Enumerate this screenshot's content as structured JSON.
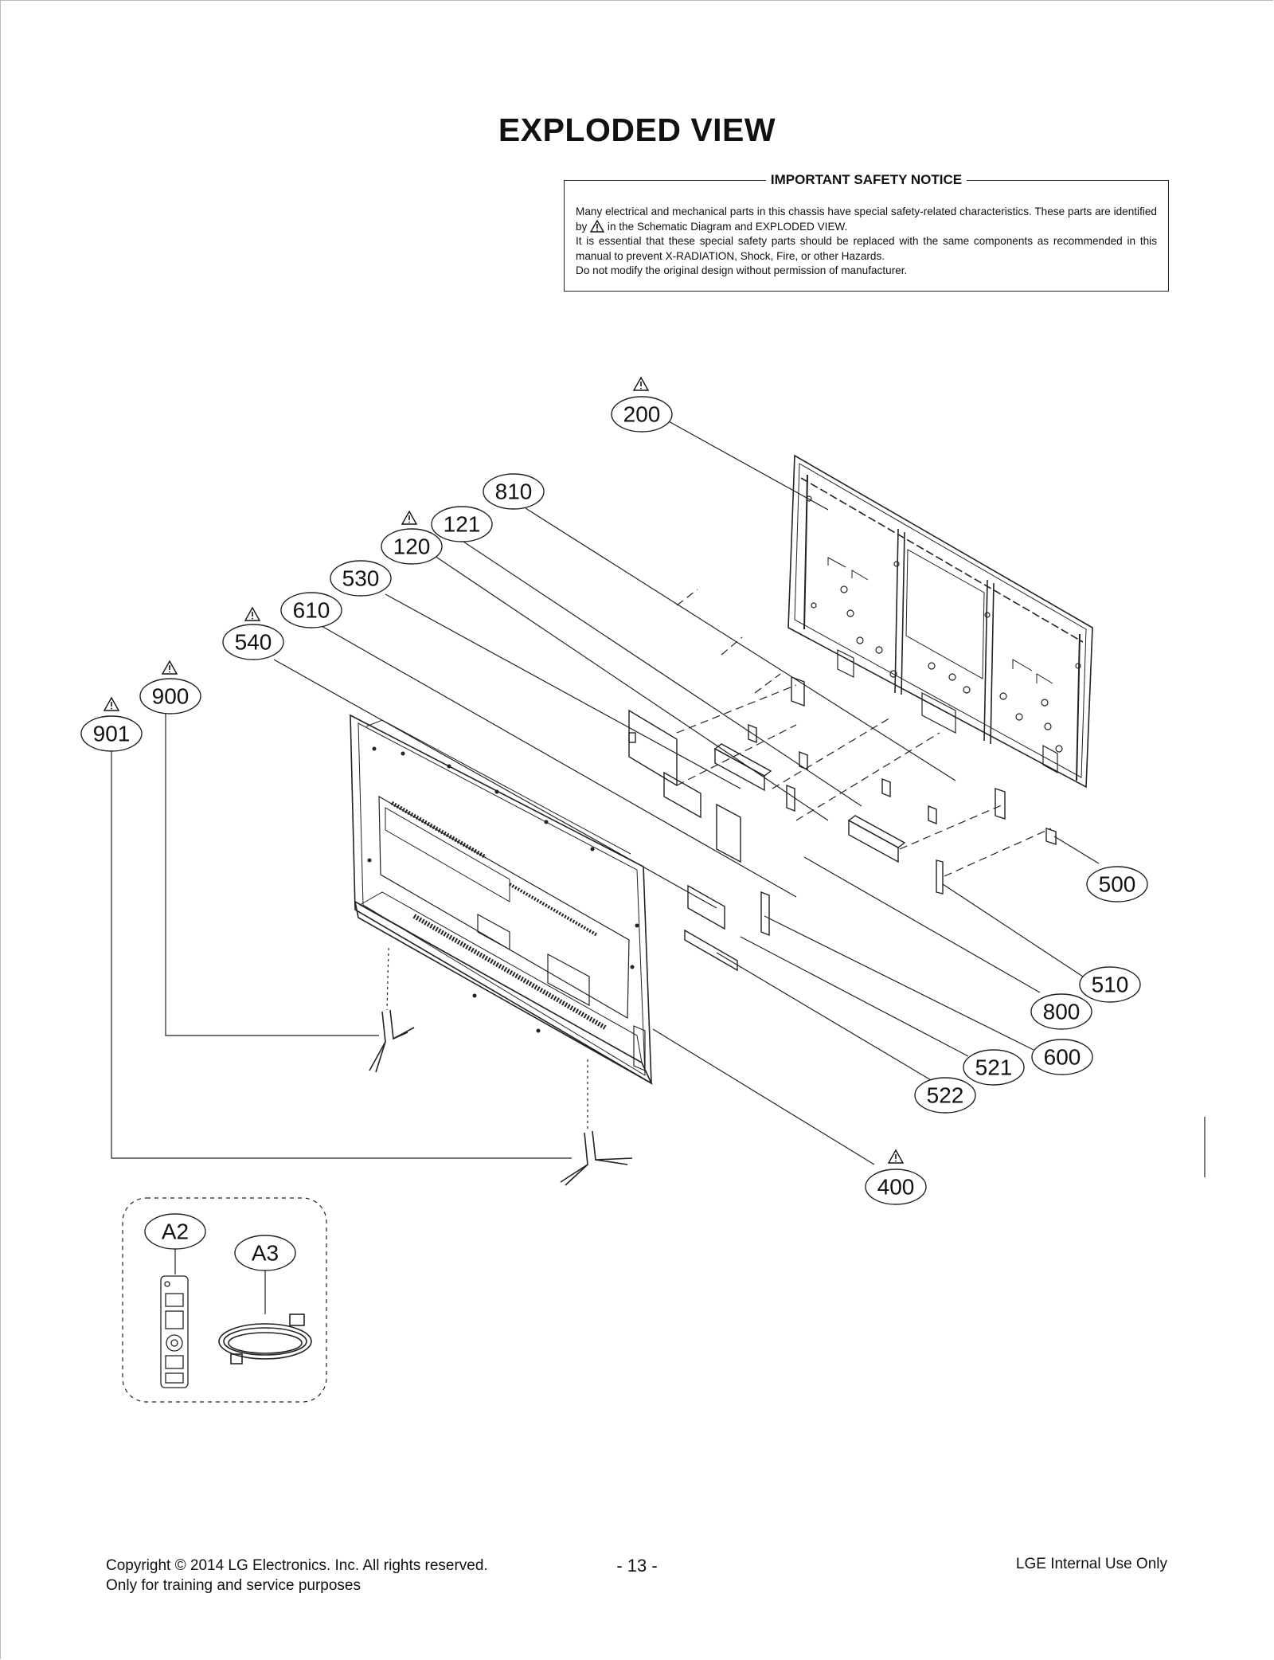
{
  "page": {
    "title": "EXPLODED VIEW"
  },
  "safety_notice": {
    "heading": "IMPORTANT SAFETY NOTICE",
    "line1a": "Many electrical and mechanical parts in this chassis have special safety-related characteristics. These parts are identified by",
    "line1b": "in the Schematic Diagram and EXPLODED VIEW.",
    "line2": "It is essential that these special safety parts should be replaced with the same components as recommended in this manual to prevent X-RADIATION, Shock, Fire, or other Hazards.",
    "line3": "Do not modify the original design without permission of manufacturer."
  },
  "callouts": {
    "c200": "200",
    "c810": "810",
    "c121": "121",
    "c120": "120",
    "c530": "530",
    "c610": "610",
    "c540": "540",
    "c900": "900",
    "c901": "901",
    "c500": "500",
    "c510": "510",
    "c800": "800",
    "c600": "600",
    "c521": "521",
    "c522": "522",
    "c400": "400",
    "cA2": "A2",
    "cA3": "A3"
  },
  "footer": {
    "copyright": "Copyright  © 2014  LG Electronics. Inc. All rights reserved.",
    "purpose": "Only for training and service purposes",
    "page_number": "- 13 -",
    "internal": "LGE Internal Use Only"
  }
}
